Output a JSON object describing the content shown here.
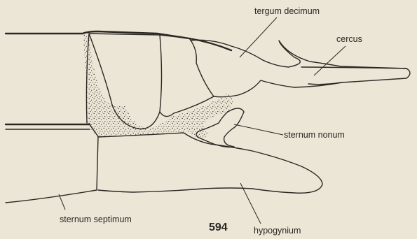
{
  "labels": {
    "tergum_decimum": "tergum decimum",
    "cercus": "cercus",
    "sternum_nonum": "sternum nonum",
    "sternum_septimum": "sternum septimum",
    "hypogynium": "hypogynium"
  },
  "figure_number": "594",
  "colors": {
    "paper": "#ebe6d6",
    "ink": "#2b2824",
    "stipple": "#3a3630"
  }
}
